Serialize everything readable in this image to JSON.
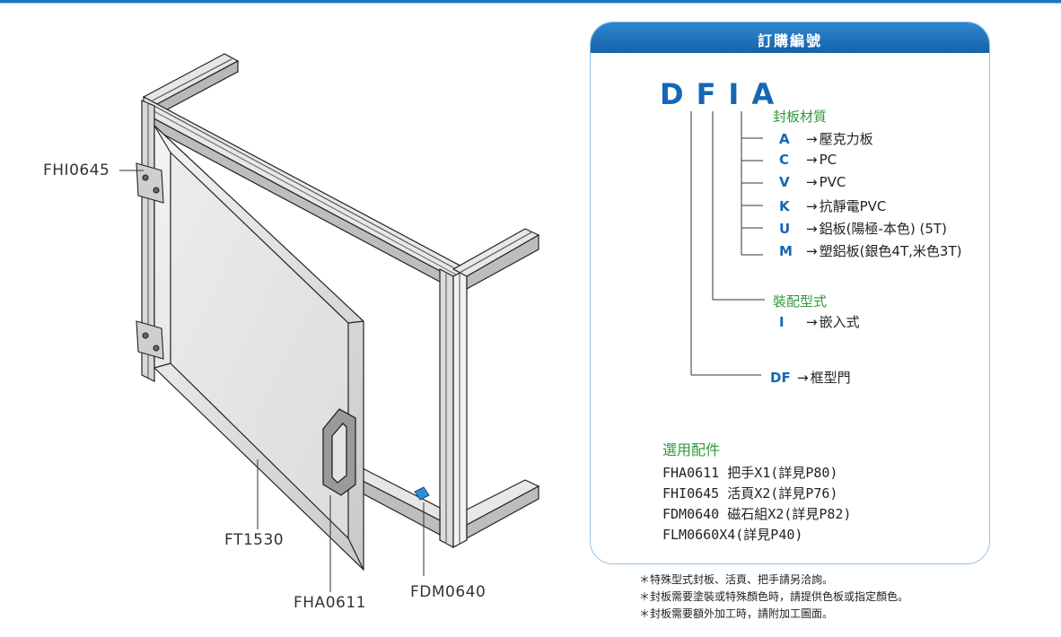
{
  "callouts": {
    "hinge": "FHI0645",
    "panel": "FT1530",
    "handle": "FHA0611",
    "magnet": "FDM0640"
  },
  "order": {
    "title": "訂購編號",
    "code": "DFIA",
    "group_material": "封板材質",
    "materials": [
      {
        "key": "A",
        "desc": "壓克力板"
      },
      {
        "key": "C",
        "desc": "PC"
      },
      {
        "key": "V",
        "desc": "PVC"
      },
      {
        "key": "K",
        "desc": "抗靜電PVC"
      },
      {
        "key": "U",
        "desc": "鋁板(陽極-本色) (5T)"
      },
      {
        "key": "M",
        "desc": "塑鋁板(銀色4T,米色3T)"
      }
    ],
    "group_assembly": "裝配型式",
    "assembly": {
      "key": "I",
      "desc": "嵌入式"
    },
    "frame": {
      "key": "DF",
      "desc": "框型門"
    },
    "arrow": "→"
  },
  "accessories": {
    "title": "選用配件",
    "items": [
      "FHA0611 把手X1(詳見P80)",
      "FHI0645 活頁X2(詳見P76)",
      "FDM0640 磁石組X2(詳見P82)",
      "FLM0660X4(詳見P40)"
    ]
  },
  "notes": [
    "＊特殊型式封板、活頁、把手請另洽詢。",
    "＊封板需要塗裝或特殊顏色時，請提供色板或指定顏色。",
    "＊封板需要額外加工時，請附加工圖面。"
  ]
}
